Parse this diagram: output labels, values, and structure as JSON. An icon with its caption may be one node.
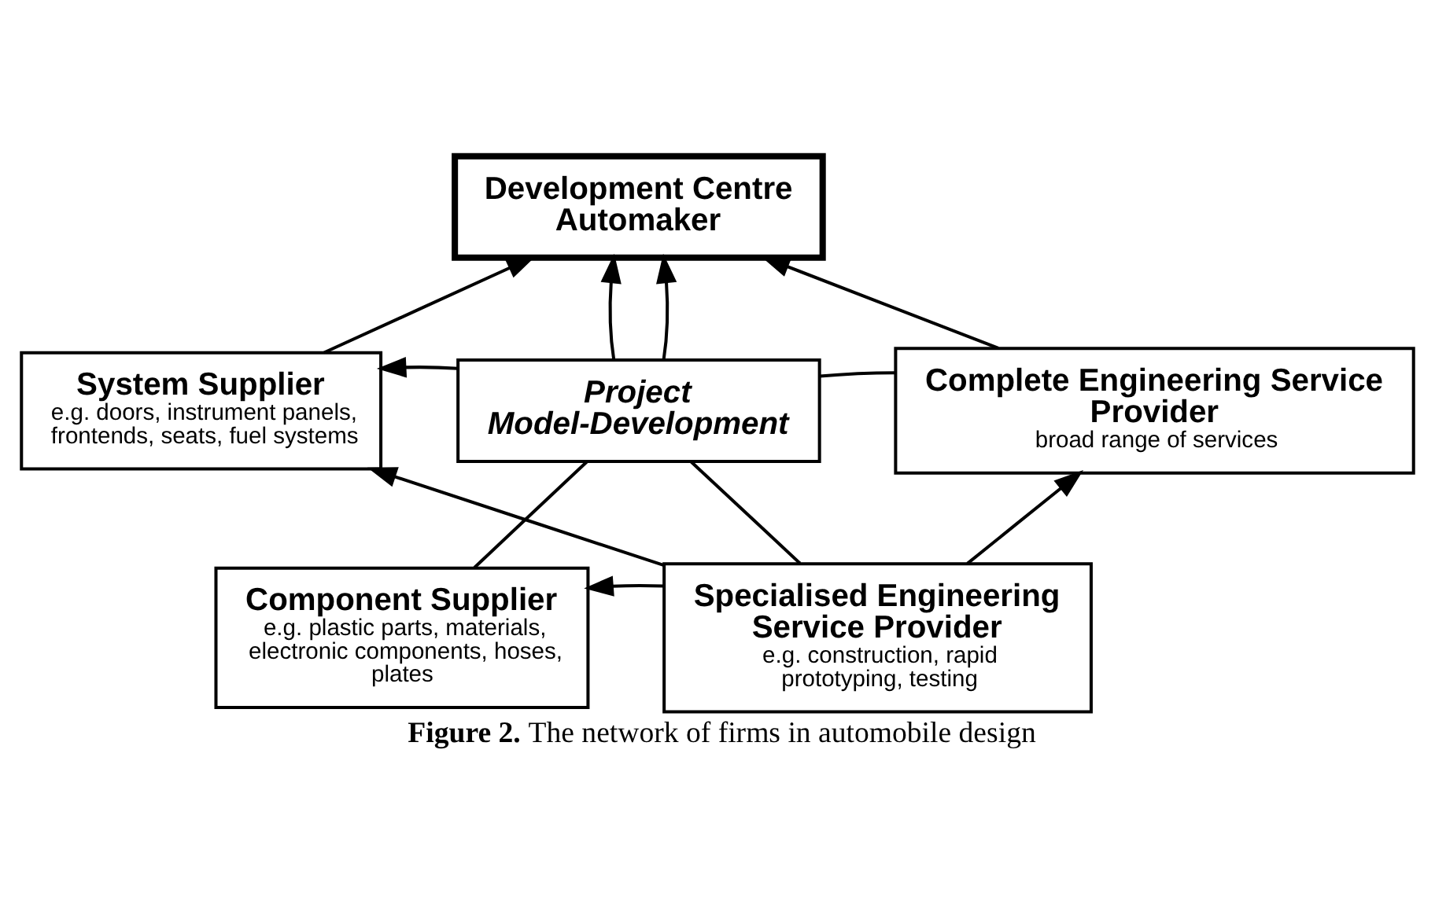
{
  "diagram": {
    "caption": "**Figure 2.** The network of firms in automobile design",
    "nodes": [
      {
        "text": [
          "Development Centre",
          "Automaker"
        ]
      },
      {
        "text": [
          "System Supplier",
          "e.g. doors, instrument panels, frontends, seats, fuel systems"
        ]
      },
      {
        "text": [
          "Project",
          "Model-Development"
        ]
      },
      {
        "text": [
          "Complete Engineering Service Provider",
          "broad range of services"
        ]
      },
      {
        "text": [
          "Component Supplier",
          "e.g. plastic parts, materials, electronic components, hoses, plates"
        ]
      },
      {
        "text": [
          "Specialised Engineering Service Provider",
          "e.g. construction, rapid prototyping, testing"
        ]
      }
    ],
    "edges": [
      {
        "from": 1,
        "to": 0,
        "arrow": "to"
      },
      {
        "from": 3,
        "to": 0,
        "arrow": "to"
      },
      {
        "from": 2,
        "to": 0,
        "arrow": "to"
      },
      {
        "from": 2,
        "to": 0,
        "arrow": "to"
      },
      {
        "from": 2,
        "to": 1,
        "arrow": "to"
      },
      {
        "from": 3,
        "to": 2,
        "arrow": "none"
      },
      {
        "from": 4,
        "to": 2,
        "arrow": "none"
      },
      {
        "from": 5,
        "to": 2,
        "arrow": "none"
      },
      {
        "from": 5,
        "to": 1,
        "arrow": "to"
      },
      {
        "from": 5,
        "to": 3,
        "arrow": "to"
      },
      {
        "from": 5,
        "to": 4,
        "arrow": "to"
      }
    ]
  }
}
